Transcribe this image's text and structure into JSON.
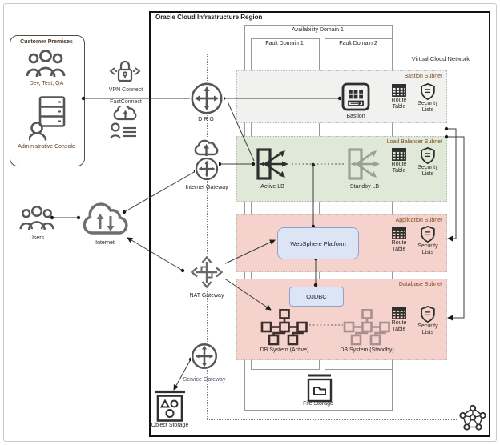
{
  "region": {
    "title": "Oracle Cloud Infrastructure Region"
  },
  "vcn": {
    "label": "Virtual Cloud Network"
  },
  "availability_domain": {
    "label": "Availability Domain 1"
  },
  "fault_domain_1": {
    "label": "Fault Domain 1"
  },
  "fault_domain_2": {
    "label": "Fault Domain 2"
  },
  "customer_premises": {
    "title": "Customer Premises",
    "workstations_label": "Dev, Test, QA",
    "admin_label": "Administrative Console"
  },
  "connectivity": {
    "vpn_label": "VPN Connect",
    "fastconnect_label": "FastConnect"
  },
  "external": {
    "users_label": "Users",
    "internet_label": "Internet"
  },
  "gateways": {
    "drg_label": "DRG",
    "internet_gateway_label": "Internet Gateway",
    "nat_gateway_label": "NAT Gateway",
    "service_gateway_label": "Service Gateway"
  },
  "shared_icons": {
    "route_table_label": "Route Table",
    "security_lists_label": "Security Lists"
  },
  "subnets": {
    "bastion": {
      "title": "Bastion Subnet",
      "bastion_label": "Bastion"
    },
    "load_balancer": {
      "title": "Load Balancer Subnet",
      "active_label": "Active LB",
      "standby_label": "Standby LB"
    },
    "application": {
      "title": "Application Subnet",
      "websphere_label": "WebSphere Platform"
    },
    "database": {
      "title": "Database Subnet",
      "ojdbc_label": "OJDBC",
      "active_label": "DB System (Active)",
      "standby_label": "DB System (Standby)"
    }
  },
  "storage": {
    "file_storage_label": "File Storage",
    "object_storage_label": "Object Storage"
  },
  "colors": {
    "bastion_subnet_bg": "#f1f1ef",
    "load_balancer_subnet_bg": "#e0e9d7",
    "application_subnet_bg": "#f6d2cd",
    "database_subnet_bg": "#f6d2cd",
    "component_box_bg": "#dbe5f6",
    "component_box_border": "#93a1c9",
    "subnet_title_text": "#7d4e24",
    "active_icon": "#2f2f2f",
    "standby_lb_icon": "#97a294",
    "standby_db_icon": "#a89090",
    "region_border": "#111111"
  }
}
